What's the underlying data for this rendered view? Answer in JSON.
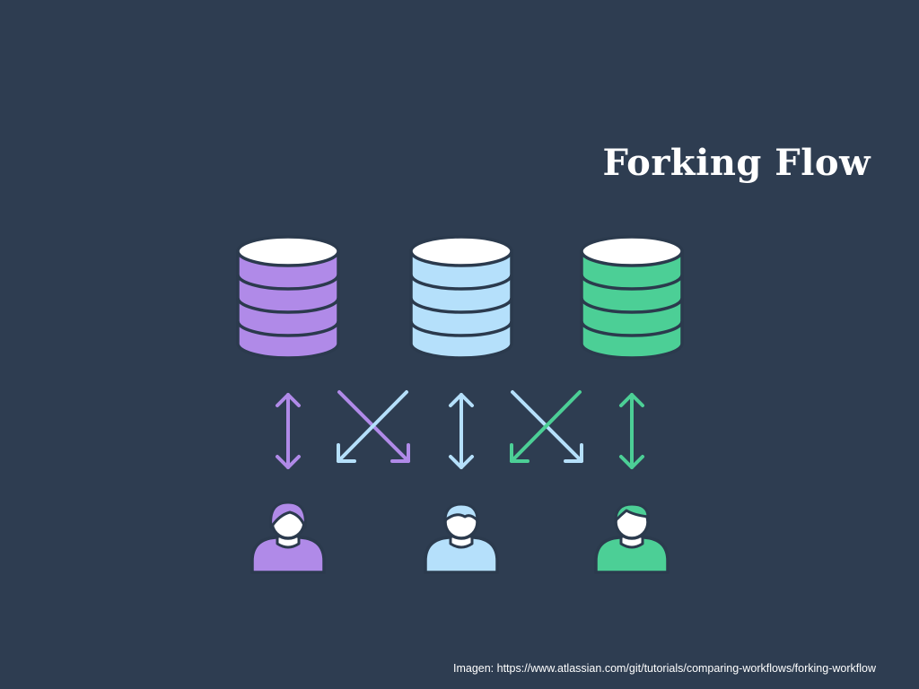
{
  "slide": {
    "title": "Forking Flow",
    "caption": "Imagen: https://www.atlassian.com/git/tutorials/comparing-workflows/forking-workflow"
  },
  "colors": {
    "background": "#2e3d51",
    "outline": "#2b3a4d",
    "purple": "#b08ae8",
    "blue": "#b5e0fb",
    "green": "#4ccf96",
    "white": "#ffffff"
  },
  "repositories": [
    {
      "name": "purple-repository-icon",
      "color": "purple"
    },
    {
      "name": "blue-repository-icon",
      "color": "blue"
    },
    {
      "name": "green-repository-icon",
      "color": "green"
    }
  ],
  "users": [
    {
      "name": "purple-user-icon",
      "color": "purple"
    },
    {
      "name": "blue-user-icon",
      "color": "blue"
    },
    {
      "name": "green-user-icon",
      "color": "green"
    }
  ]
}
